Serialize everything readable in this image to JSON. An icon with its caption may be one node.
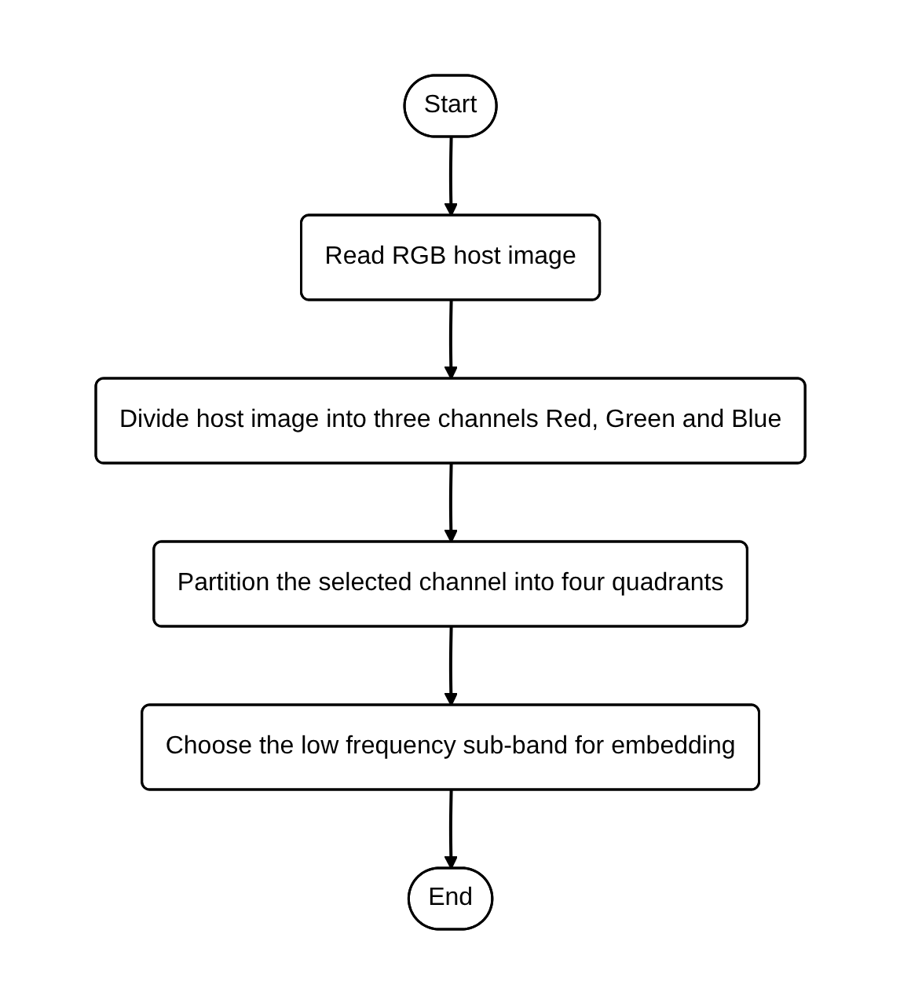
{
  "diagram": {
    "nodes": [
      {
        "text": [
          "Start"
        ]
      },
      {
        "text": [
          "Read RGB host image"
        ]
      },
      {
        "text": [
          "Divide host image into three channels Red, Green and Blue"
        ]
      },
      {
        "text": [
          "Partition the selected channel into four quadrants"
        ]
      },
      {
        "text": [
          "Choose the low frequency sub-band for embedding"
        ]
      },
      {
        "text": [
          "End"
        ]
      }
    ],
    "edges": [
      {
        "from": 0,
        "to": 1,
        "arrow": "to"
      },
      {
        "from": 1,
        "to": 2,
        "arrow": "to"
      },
      {
        "from": 2,
        "to": 3,
        "arrow": "to"
      },
      {
        "from": 3,
        "to": 4,
        "arrow": "to"
      },
      {
        "from": 4,
        "to": 5,
        "arrow": "to"
      }
    ]
  }
}
